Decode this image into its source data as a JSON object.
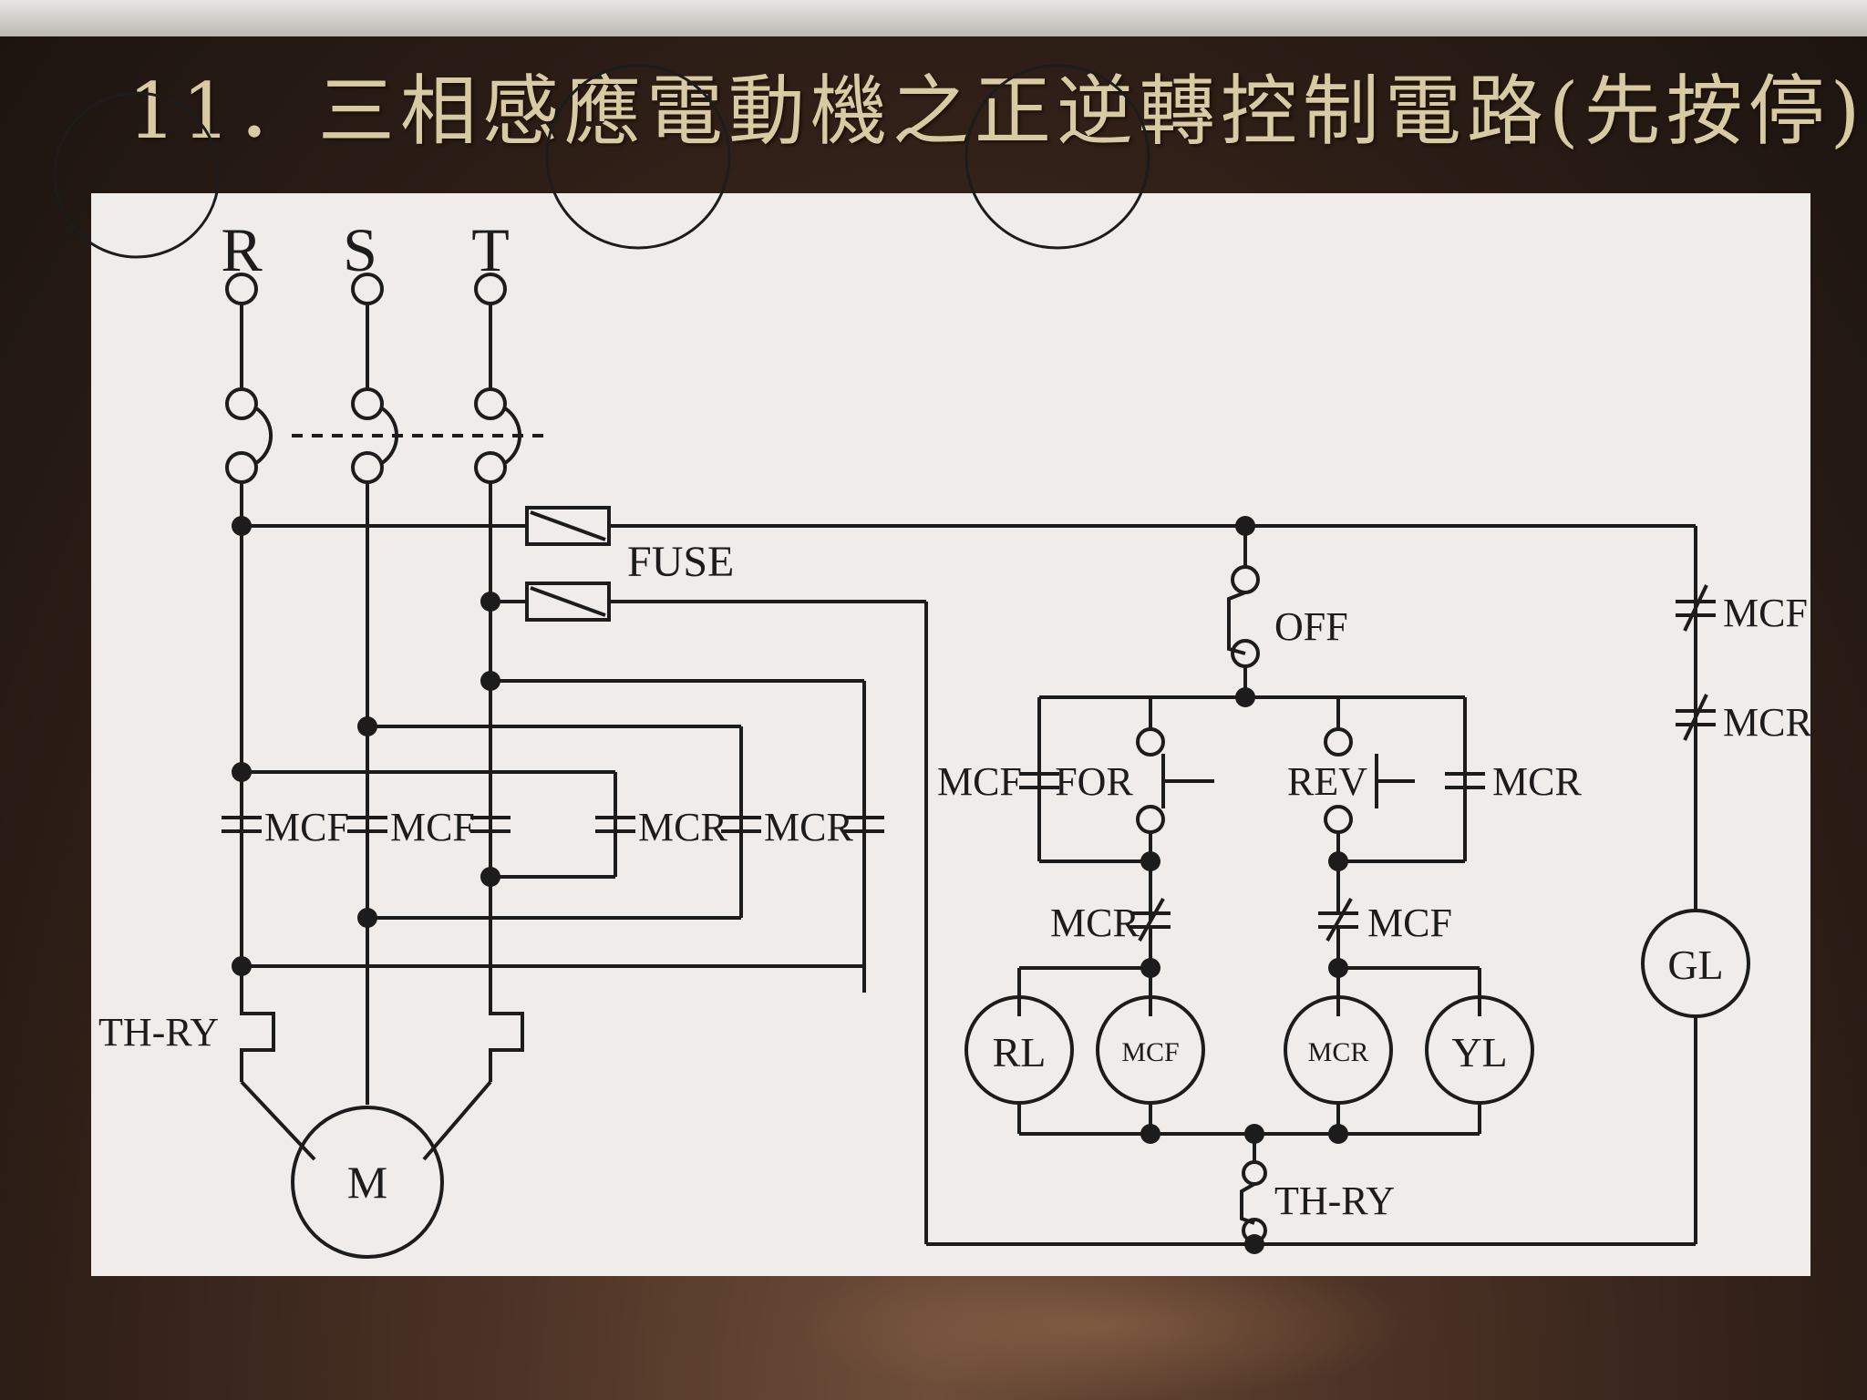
{
  "slide": {
    "title": "11．三相感應電動機之正逆轉控制電路(先按停)"
  },
  "diagram": {
    "phases": [
      "R",
      "S",
      "T"
    ],
    "fuse_label": "FUSE",
    "off_label": "OFF",
    "for_label": "FOR",
    "rev_label": "REV",
    "mcf": "MCF",
    "mcr": "MCR",
    "th_ry": "TH-RY",
    "motor": "M",
    "rl": "RL",
    "yl": "YL",
    "gl": "GL"
  },
  "colors": {
    "panel_bg": "#efece9",
    "ink": "#1c1c1c",
    "title": "#d8cba4",
    "background": "#3a2820"
  }
}
